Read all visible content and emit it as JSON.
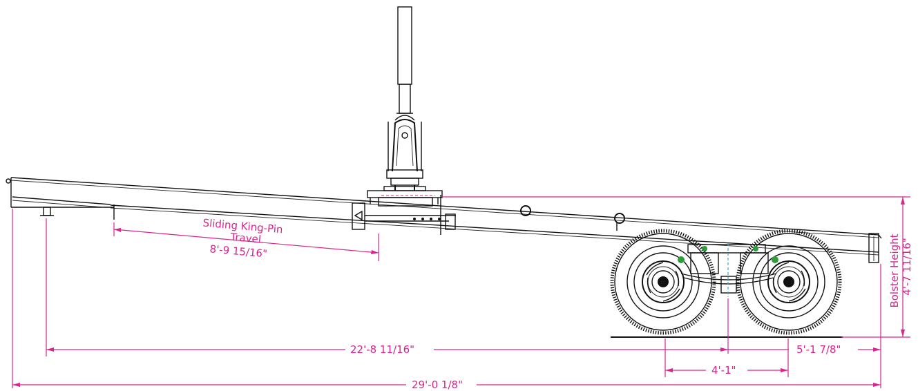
{
  "labels": {
    "travel_title_1": "Sliding King-Pin",
    "travel_title_2": "Travel",
    "travel_value": "8'-9 15/16\"",
    "wheelbase": "22'-8 11/16\"",
    "overall_length": "29'-0 1/8\"",
    "axle_spread": "4'-1\"",
    "rear_overhang": "5'-1 7/8\"",
    "bolster_title": "Bolster Height",
    "bolster_value": "4'-7 11/16\""
  },
  "colors": {
    "dimension": "#d9238f",
    "linework": "#111111",
    "accent": "#2e9e3a",
    "centerline": "#3aa7c9"
  }
}
